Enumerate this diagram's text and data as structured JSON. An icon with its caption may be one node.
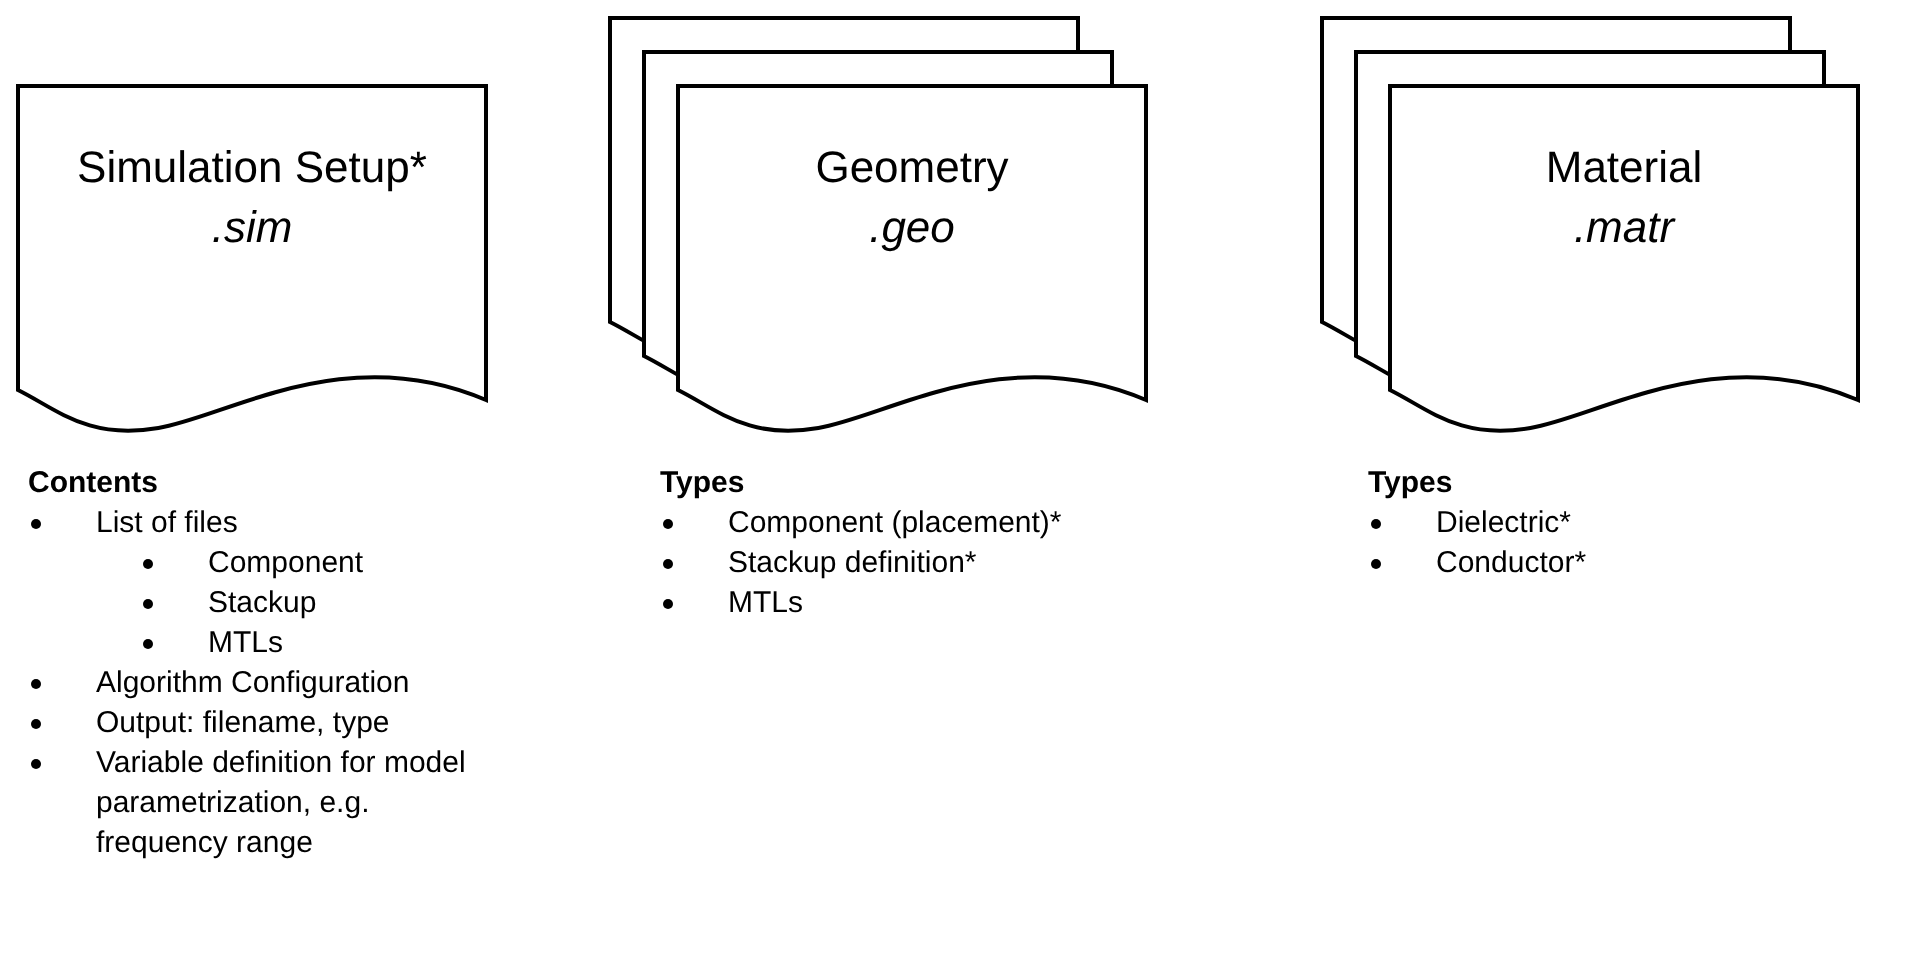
{
  "diagram": {
    "nodes": [
      {
        "text": [
          "Simulation Setup*",
          ".sim"
        ]
      },
      {
        "text": [
          "Geometry",
          ".geo"
        ]
      },
      {
        "text": [
          "Material",
          ".matr"
        ]
      }
    ],
    "labels": [
      "Contents",
      "List of files",
      "Component",
      "Stackup",
      "MTLs",
      "Algorithm Configuration",
      "Output: filename, type",
      "Variable definition for model parametrization, e.g. frequency range",
      "Types",
      "Component (placement)*",
      "Stackup definition*",
      "MTLs",
      "Types",
      "Dielectric*",
      "Conductor*"
    ]
  }
}
